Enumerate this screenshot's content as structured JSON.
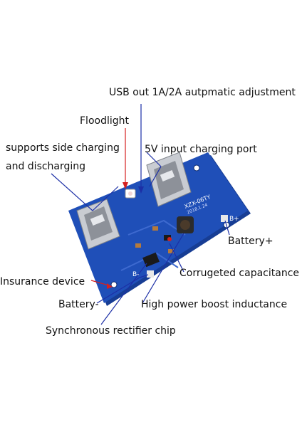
{
  "labels": {
    "usb_out": "USB out 1A/2A autpmatic adjustment",
    "floodlight": "Floodlight",
    "side_line1": "supports side charging",
    "side_line2": "and discharging",
    "input_port": "5V input charging port",
    "battery_plus": "Battery+",
    "insurance": "Insurance device",
    "corrugated": "Corrugeted capacitance",
    "battery_minus": "Battery-",
    "inductance": "High power boost inductance",
    "rectifier": "Synchronous rectifier chip"
  },
  "board": {
    "silkscreen_model": "XZX-06TY",
    "silkscreen_date": "2018.1.24",
    "pad_plus": "B+",
    "pad_minus": "B-"
  },
  "colors": {
    "pcb": "#1f4fb8",
    "pcb_dark": "#173d94",
    "metal": "#c9ccd2",
    "leader_blue": "#1c2fa6",
    "leader_red": "#d42020",
    "text": "#111111"
  }
}
